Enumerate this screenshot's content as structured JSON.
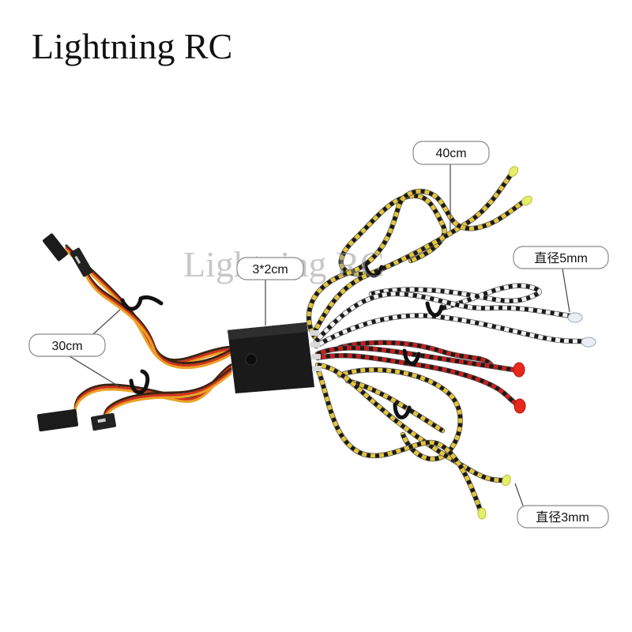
{
  "title": "Lightning RC",
  "watermark": "Lightning RC",
  "callouts": {
    "led_wire_length": "40cm",
    "controller_size": "3*2cm",
    "led_diameter_large": "直径5mm",
    "servo_wire_length": "30cm",
    "led_diameter_small": "直径3mm"
  },
  "colors": {
    "background": "#ffffff",
    "wire_yellow": "#e3c43c",
    "wire_white": "#f2f2f2",
    "wire_red": "#c8201c",
    "wire_black": "#1a1a1a",
    "servo_orange": "#eaa226",
    "servo_red": "#d0341c",
    "servo_brown": "#3b2412",
    "led_yellow": "#e4ee6a",
    "led_red": "#e8281c",
    "led_clear": "#e8eef4",
    "controller": "#1a1a1a"
  }
}
